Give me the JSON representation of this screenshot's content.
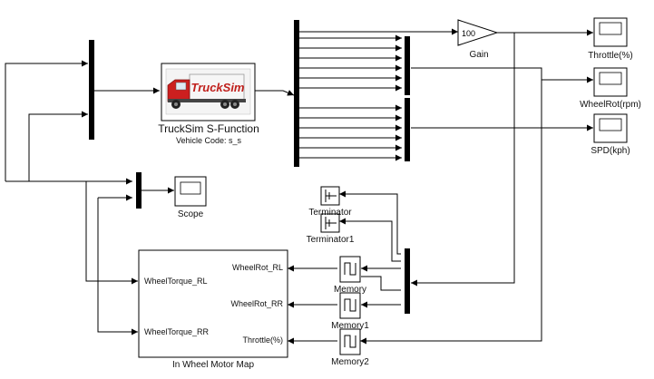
{
  "blocks": {
    "trucksim": {
      "logo": "TruckSim",
      "name": "TruckSim S-Function",
      "vehicle_code": "Vehicle Code: s_s"
    },
    "gain": {
      "value": "100",
      "name": "Gain"
    },
    "scopes": {
      "throttle": "Throttle(%)",
      "wheelrot": "WheelRot(rpm)",
      "spd": "SPD(kph)",
      "scope": "Scope"
    },
    "terminators": {
      "t0": "Terminator",
      "t1": "Terminator1"
    },
    "memories": {
      "m0": "Memory",
      "m1": "Memory1",
      "m2": "Memory2"
    },
    "motor_map": {
      "name": "In Wheel Motor Map",
      "inputs": [
        "WheelTorque_RL",
        "WheelTorque_RR"
      ],
      "outputs": [
        "WheelRot_RL",
        "WheelRot_RR",
        "Throttle(%)"
      ]
    }
  },
  "colors": {
    "line": "#000000",
    "truck_cab": "#cc1f1f",
    "truck_logo_text": "#c0201c",
    "block_border": "#000000"
  },
  "icons": [
    "truck-icon",
    "scope-screen-icon",
    "terminator-icon",
    "memory-icon",
    "gain-triangle-icon"
  ]
}
